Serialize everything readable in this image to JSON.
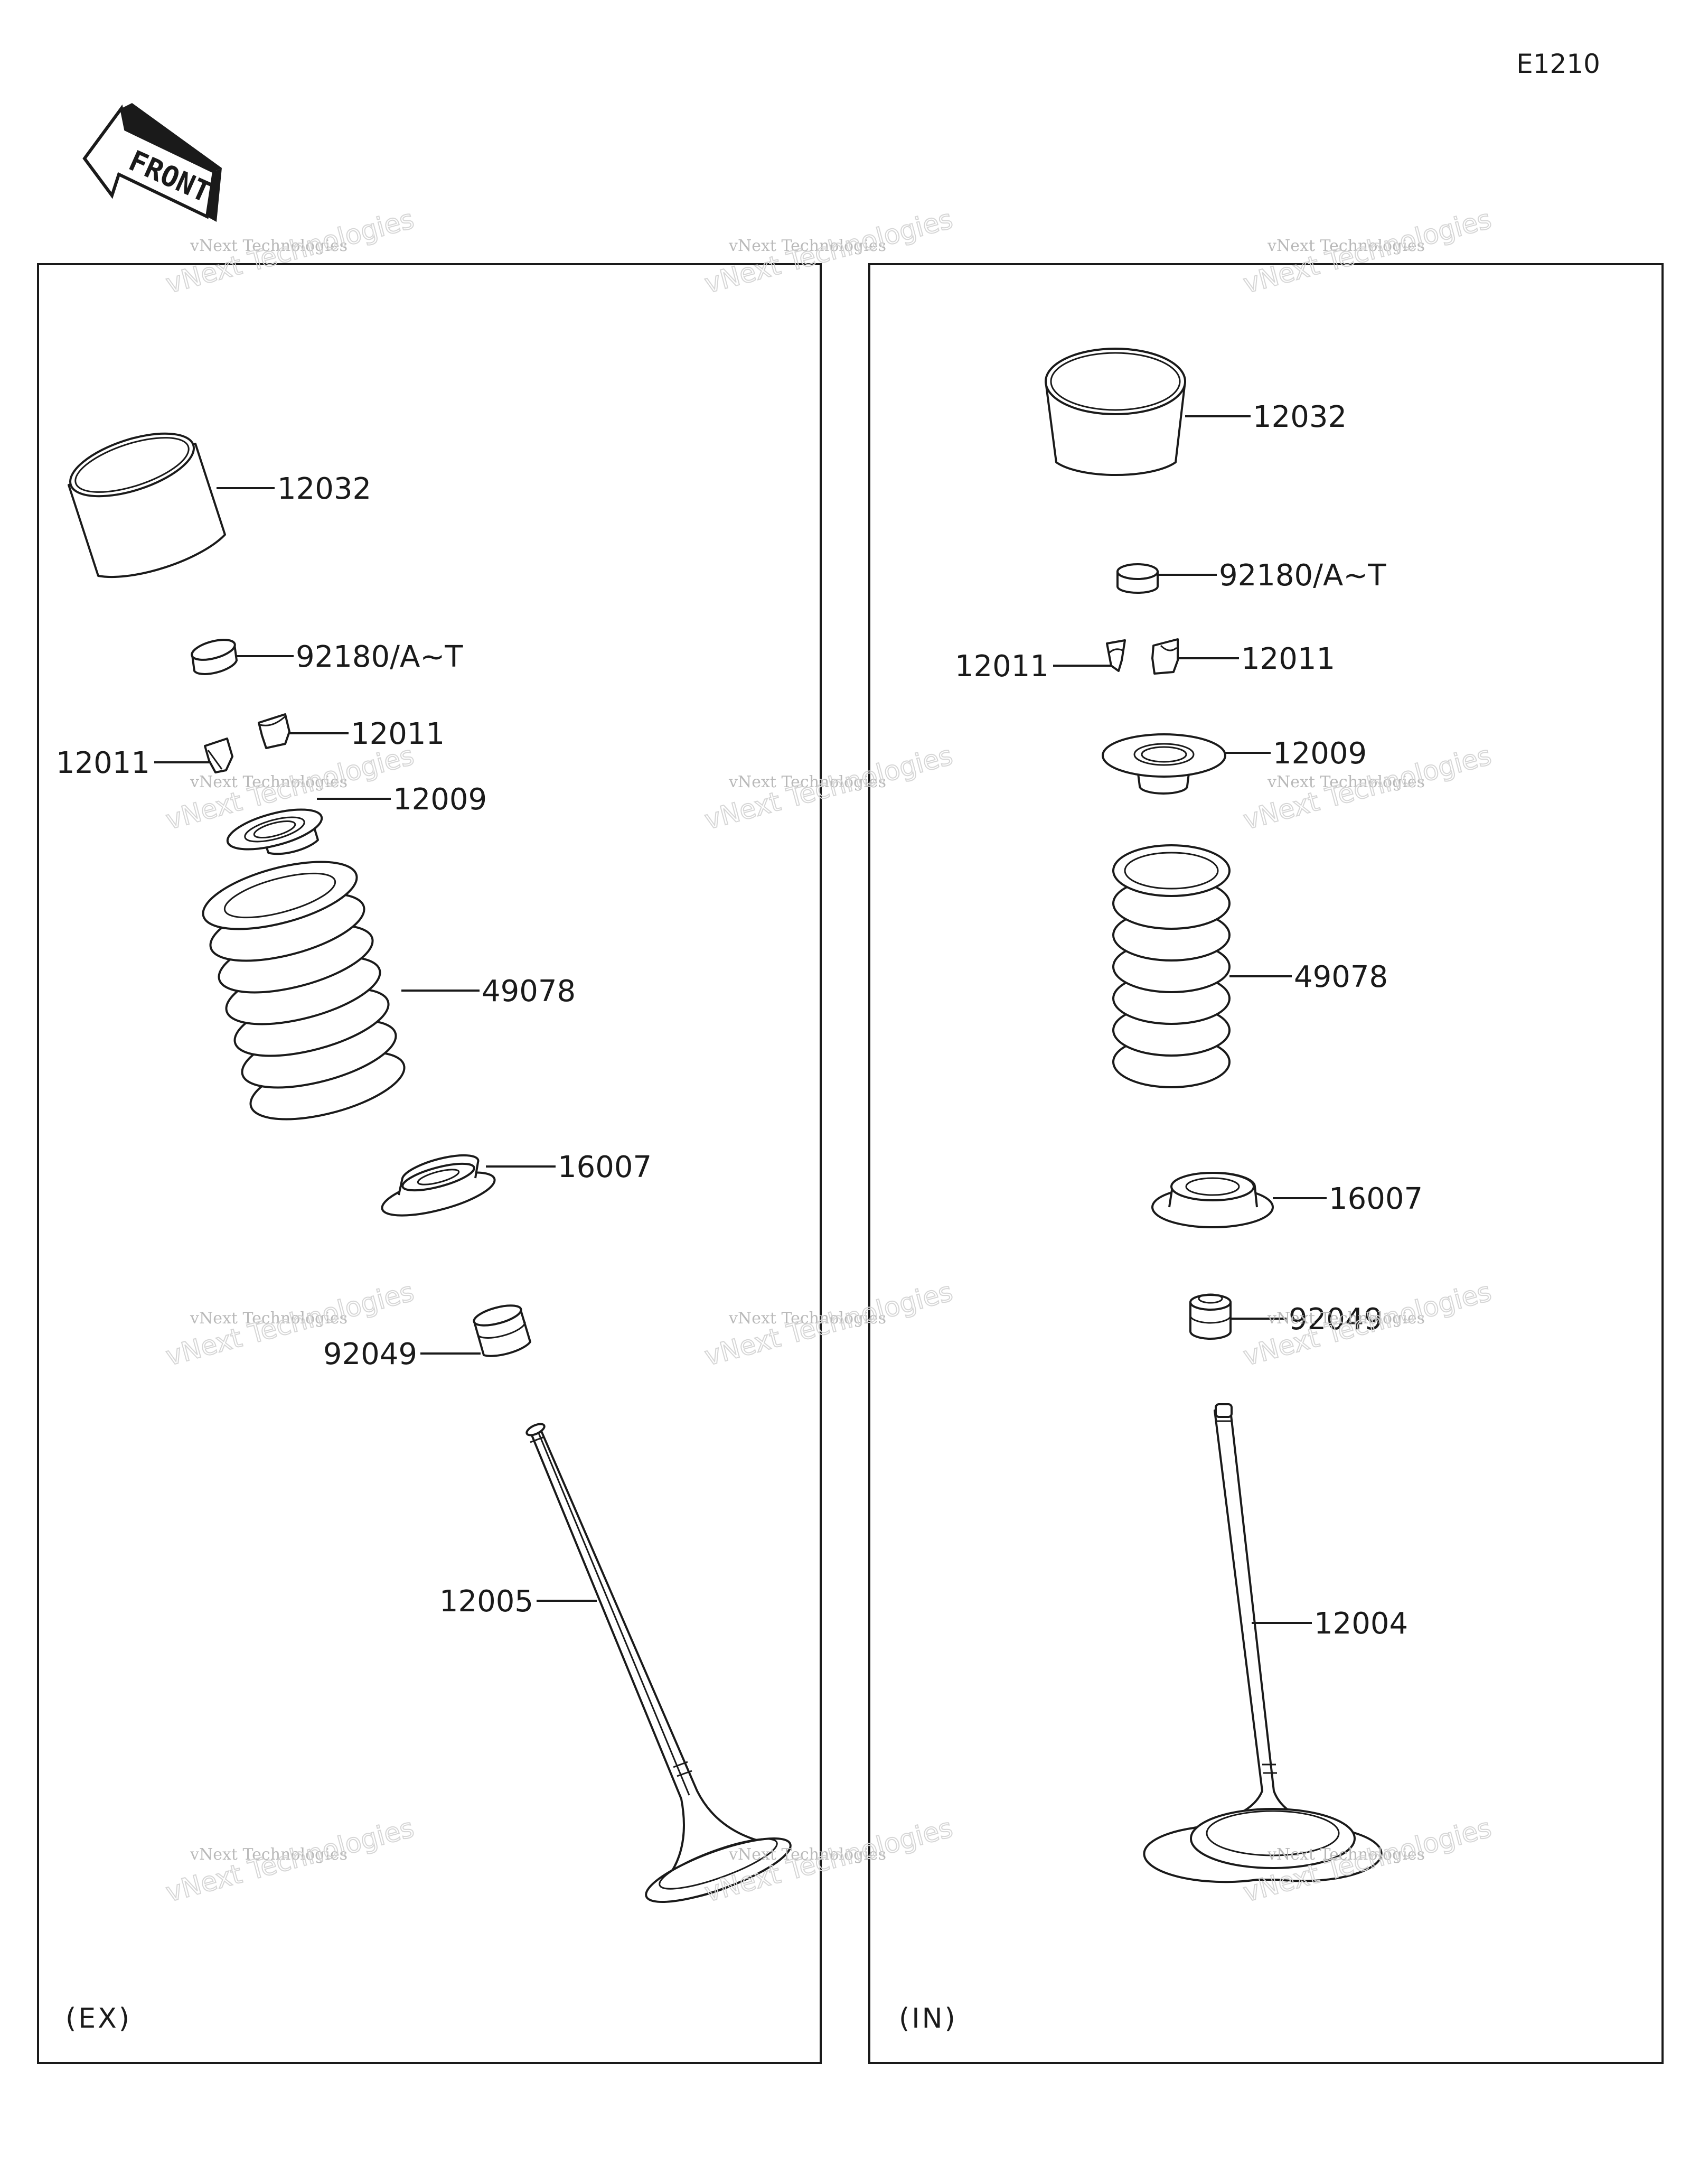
{
  "diagram_code": "E1210",
  "front_label": "FRONT",
  "watermark": {
    "line1": "vNext Technologies",
    "line2": "vNext Technologies"
  },
  "panels": {
    "exhaust": {
      "tag": "(EX)",
      "labels": {
        "tappet": "12032",
        "shim": "92180/A~T",
        "cotter_right": "12011",
        "cotter_left": "12011",
        "retainer": "12009",
        "spring": "49078",
        "spring_seat": "16007",
        "stem_seal": "92049",
        "valve": "12005"
      }
    },
    "intake": {
      "tag": "(IN)",
      "labels": {
        "tappet": "12032",
        "shim": "92180/A~T",
        "cotter_left": "12011",
        "cotter_right": "12011",
        "retainer": "12009",
        "spring": "49078",
        "spring_seat": "16007",
        "stem_seal": "92049",
        "valve": "12004"
      }
    }
  }
}
